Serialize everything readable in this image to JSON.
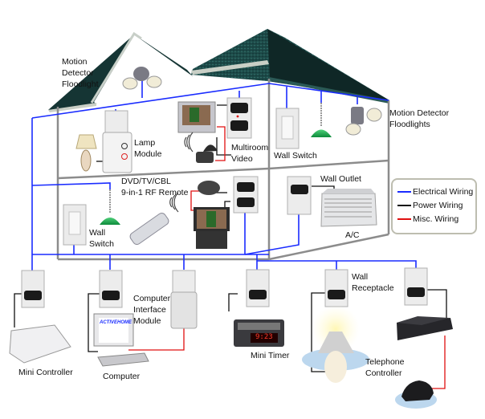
{
  "labels": {
    "motion_detector_floodlight": "Motion\nDetector\nFloodlight",
    "motion_detector_floodlights": "Motion Detector\nFloodlights",
    "lamp_module": "Lamp\nModule",
    "multiroom_video": "Multiroom\nVideo",
    "wall_switch_top": "Wall Switch",
    "dvd_remote": "DVD/TV/CBL\n9-in-1 RF Remote",
    "wall_switch_left": "Wall\nSwitch",
    "wall_outlet": "Wall Outlet",
    "ac": "A/C",
    "computer_interface_module": "Computer\nInterface\nModule",
    "mini_controller": "Mini Controller",
    "computer": "Computer",
    "mini_timer": "Mini Timer",
    "wall_receptacle": "Wall\nReceptacle",
    "telephone_controller": "Telephone\nController",
    "computer_screen_brand": "ACTIVEHOME",
    "timer_display": "9:23"
  },
  "legend": {
    "items": [
      {
        "label": "Electrical Wiring",
        "color": "#1a2cff"
      },
      {
        "label": "Power Wiring",
        "color": "#111111"
      },
      {
        "label": "Misc. Wiring",
        "color": "#e01010"
      }
    ]
  },
  "colors": {
    "roof": "#173c3c",
    "roof_dark": "#0f2828",
    "wall_outline": "#8c8c8c",
    "electrical": "#1a2cff",
    "power": "#111111",
    "misc": "#e01010",
    "lamp_shade_green": "#1aa04a"
  }
}
